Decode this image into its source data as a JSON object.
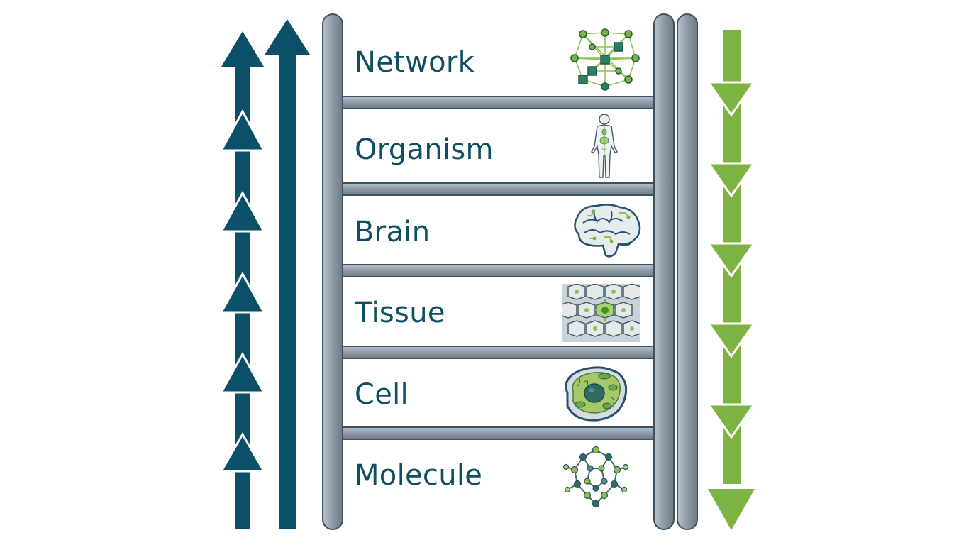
{
  "diagram": {
    "levels": [
      {
        "label": "Network",
        "icon": "network-graph-icon"
      },
      {
        "label": "Organism",
        "icon": "human-body-icon"
      },
      {
        "label": "Brain",
        "icon": "brain-icon"
      },
      {
        "label": "Tissue",
        "icon": "tissue-cells-icon"
      },
      {
        "label": "Cell",
        "icon": "cell-icon"
      },
      {
        "label": "Molecule",
        "icon": "molecule-icon"
      }
    ],
    "left_arrows": {
      "direction": "up",
      "color": "#0b5068",
      "icon": "chevron-up-arrows-icon"
    },
    "right_arrow": {
      "direction": "down",
      "color": "#7cb342",
      "icon": "chevron-down-arrows-icon"
    },
    "ladder": {
      "rail_color": "#8a98a4",
      "outline_color": "#3d5260"
    }
  }
}
